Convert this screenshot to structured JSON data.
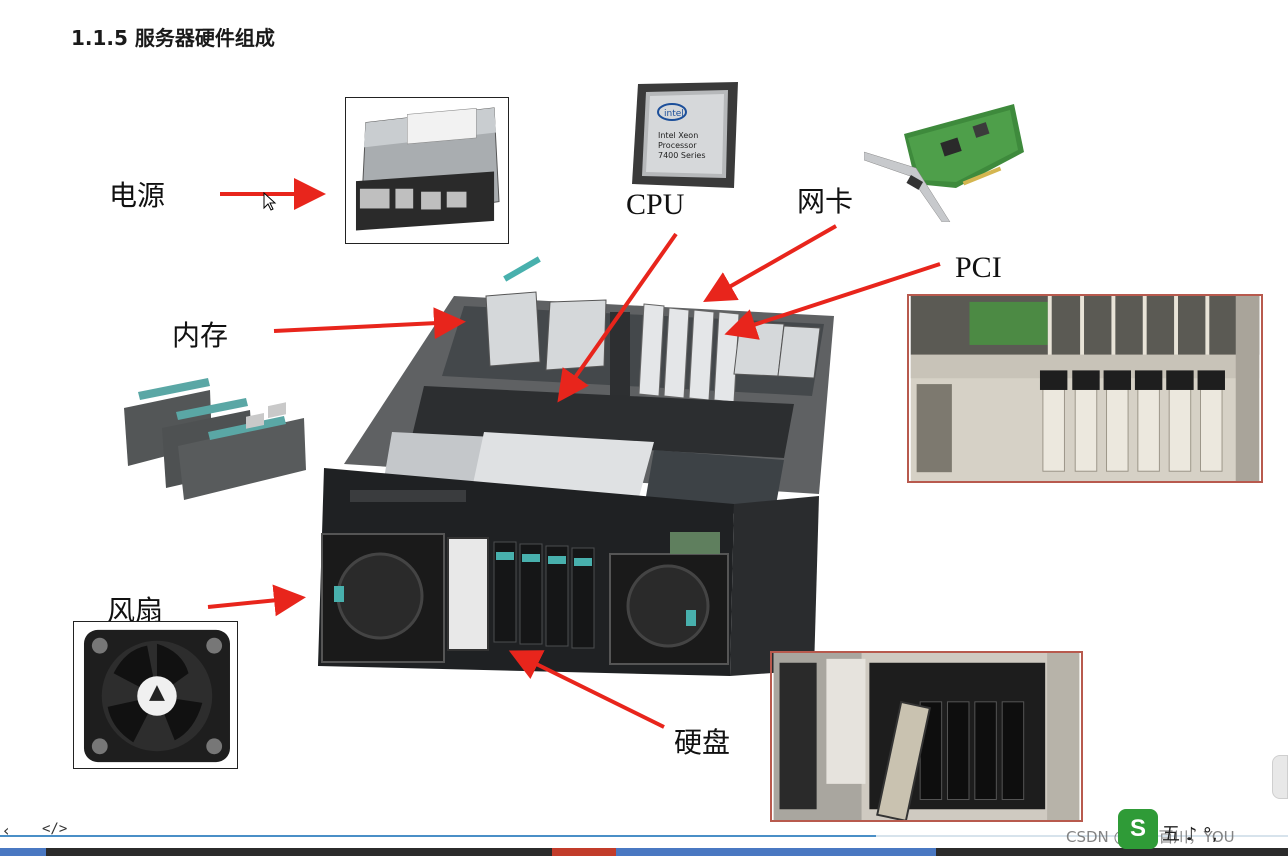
{
  "slide": {
    "title": "1.1.5 服务器硬件组成",
    "next_title": "服务器配置示例（参考价格：... 元）"
  },
  "labels": {
    "power": "电源",
    "cpu": "CPU",
    "nic": "网卡",
    "pci": "PCI",
    "memory": "内存",
    "fan": "风扇",
    "disk": "硬盘"
  },
  "cpu_chip": {
    "brand": "intel",
    "line1": "Intel Xeon",
    "line2": "Processor",
    "line3": "7400 Series"
  },
  "player": {
    "prev_symbol": "‹",
    "code_symbol": "</>",
    "progress": 0.68
  },
  "watermark": "CSDN @海纳百川，YOU",
  "ime": {
    "logo": "S",
    "tools": "五 ♪ °,"
  },
  "colors": {
    "arrow": "#e8251c",
    "accent_blue": "#4a8fc7",
    "photo_frame_red": "#b85a4e"
  },
  "icons": [
    "power-supply-photo",
    "cpu-chip-photo",
    "nic-card-photo",
    "pci-slots-photo",
    "memory-module-photo",
    "fan-photo",
    "server-chassis-photo",
    "disk-bay-photo"
  ]
}
